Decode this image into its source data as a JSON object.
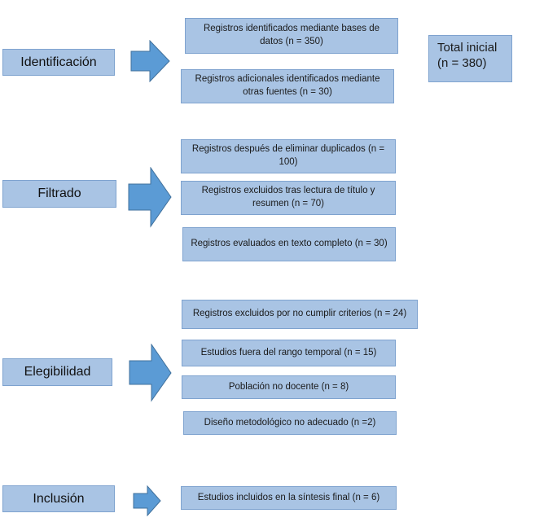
{
  "colors": {
    "box_fill": "#a9c4e4",
    "box_border": "#7fa3cf",
    "arrow_fill": "#5b9bd5",
    "arrow_stroke": "#41719c"
  },
  "stages": {
    "identificacion": "Identificación",
    "filtrado": "Filtrado",
    "elegibilidad": "Elegibilidad",
    "inclusion": "Inclusión"
  },
  "identificacion": {
    "boxes": [
      "Registros identificados mediante bases de datos (n = 350)",
      "Registros adicionales identificados mediante otras fuentes (n = 30)"
    ],
    "total": "Total inicial (n = 380)"
  },
  "filtrado": {
    "boxes": [
      "Registros después de eliminar duplicados (n = 100)",
      "Registros excluidos tras lectura de título y resumen (n = 70)",
      "Registros evaluados en texto completo (n = 30)"
    ]
  },
  "elegibilidad": {
    "boxes": [
      "Registros excluidos por no cumplir criterios (n = 24)",
      "Estudios fuera del rango temporal (n = 15)",
      "Población no docente (n = 8)",
      "Diseño metodológico no adecuado (n =2)"
    ]
  },
  "inclusion": {
    "boxes": [
      "Estudios incluidos en la síntesis final (n = 6)"
    ]
  }
}
